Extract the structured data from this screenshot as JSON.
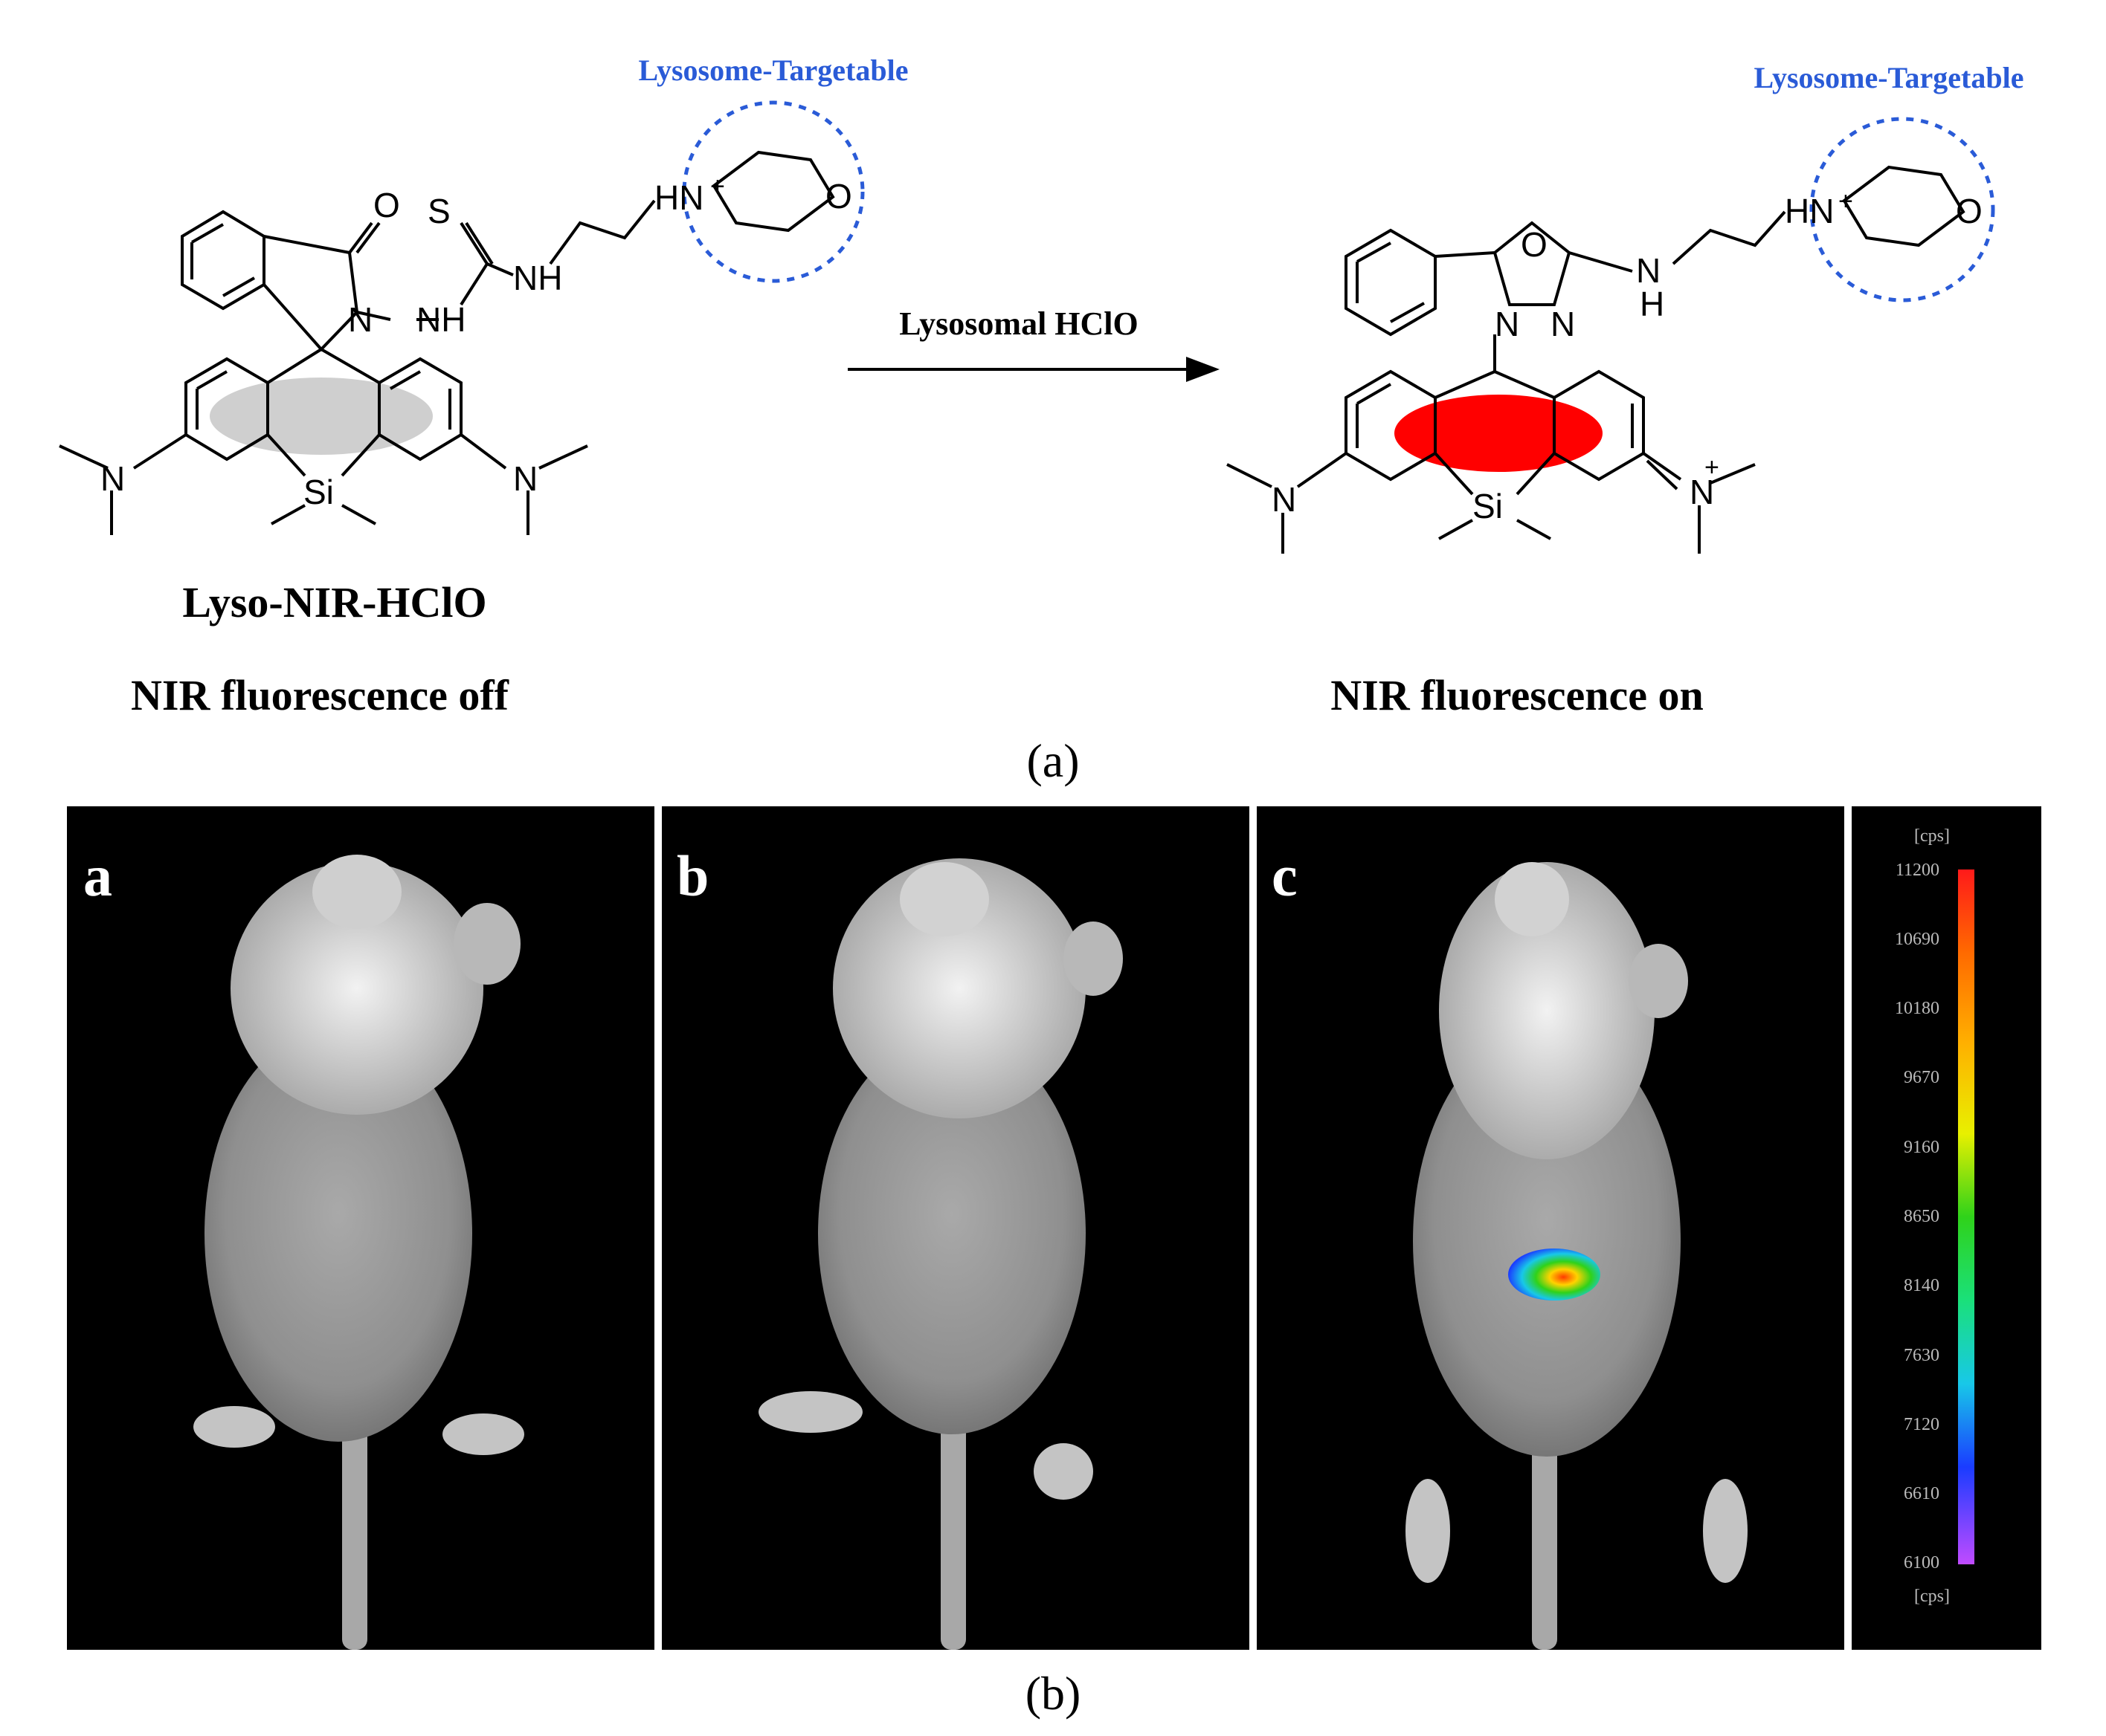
{
  "scheme": {
    "left": {
      "targetable_label": "Lysosome-Targetable",
      "compound_name": "Lyso-NIR-HClO",
      "state_label": "NIR fluorescence off",
      "atoms": {
        "o": "O",
        "s": "S",
        "nh1": "NH",
        "n": "N",
        "nh2": "NH",
        "hn_plus": "HN",
        "plus": "+",
        "ring_o": "O",
        "si": "Si",
        "n_left": "N",
        "n_right": "N"
      }
    },
    "arrow_label": "Lysosomal HClO",
    "right": {
      "targetable_label": "Lysosome-Targetable",
      "state_label": "NIR fluorescence on",
      "atoms": {
        "o_oxadiazole": "O",
        "n1": "N",
        "n2": "N",
        "n_link": "N",
        "h_link": "H",
        "hn_plus": "HN",
        "plus": "+",
        "ring_o": "O",
        "si": "Si",
        "n_left": "N",
        "n_right": "N",
        "n_plus": "+"
      }
    },
    "caption": "(a)",
    "colors": {
      "targetable": "#2a5bd7",
      "off_core": "#cfcfcf",
      "on_core": "#ff0000"
    }
  },
  "imaging": {
    "panels": [
      {
        "label": "a"
      },
      {
        "label": "b"
      },
      {
        "label": "c"
      }
    ],
    "colorbar": {
      "unit_top": "[cps]",
      "unit_bottom": "[cps]",
      "ticks": [
        "11200",
        "10690",
        "10180",
        "9670",
        "9160",
        "8650",
        "8140",
        "7630",
        "7120",
        "6610",
        "6100"
      ]
    },
    "caption": "(b)"
  }
}
